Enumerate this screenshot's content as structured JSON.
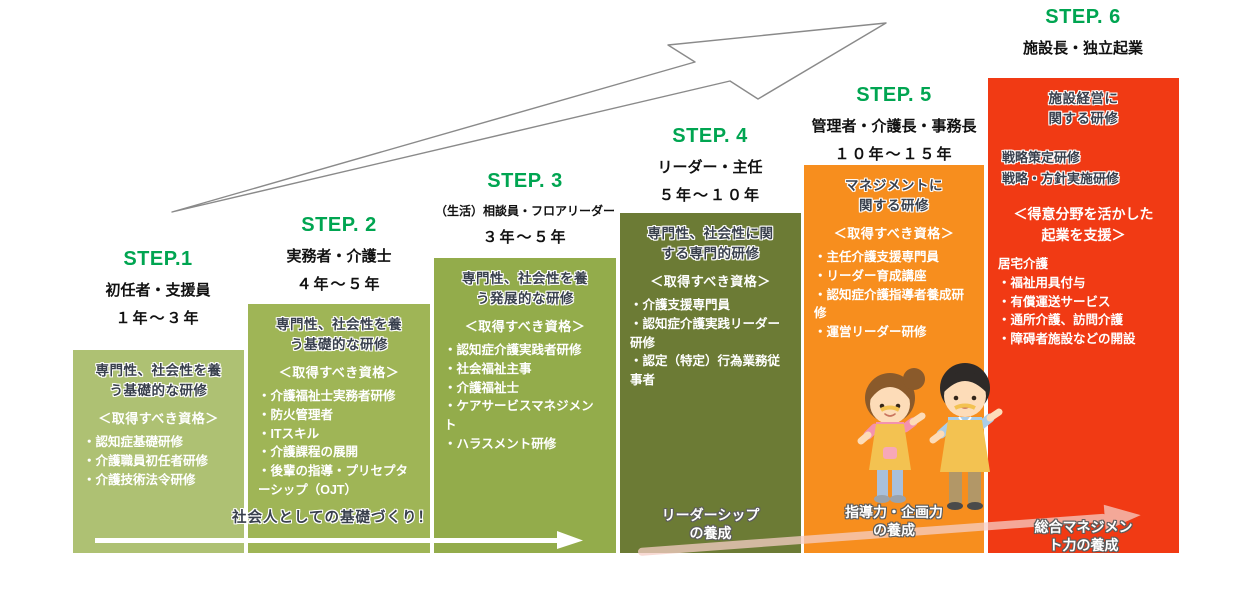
{
  "title": "介護キャリアパス 6ステップ図",
  "palette": {
    "accent_green": "#00a551",
    "step1_color": "#aec173",
    "step2_color": "#9fb556",
    "step3_color": "#93ac4b",
    "step4_color": "#6c7b35",
    "step5_color": "#f78e1e",
    "step6_color": "#f13a14",
    "baseline_arrow_color": "#ffffff",
    "management_arrow_color": "#f6cdc5",
    "sketch_arrow_stroke": "#8a8a8a"
  },
  "columns": [
    {
      "step": "STEP.1",
      "role": "初任者・支援員",
      "years": "１年～３年",
      "title": [
        "専門性、社会性を養",
        "う基礎的な研修"
      ],
      "qual": "＜取得すべき資格＞",
      "items": [
        "・認知症基礎研修",
        "・介護職員初任者研修",
        "・介護技術法令研修"
      ]
    },
    {
      "step": "STEP. 2",
      "role": "実務者・介護士",
      "years": "４年～５年",
      "title": [
        "専門性、社会性を養",
        "う基礎的な研修"
      ],
      "qual": "＜取得すべき資格＞",
      "items": [
        "・介護福祉士実務者研修",
        "・防火管理者",
        "・ITスキル",
        "・介護課程の展開",
        "・後輩の指導・プリセプターシップ（OJT）"
      ]
    },
    {
      "step": "STEP. 3",
      "role": "（生活）相談員・フロアリーダー",
      "years": "３年～５年",
      "title": [
        "専門性、社会性を養",
        "う発展的な研修"
      ],
      "qual": "＜取得すべき資格＞",
      "items": [
        "・認知症介護実践者研修",
        "・社会福祉主事",
        "・介護福祉士",
        "・ケアサービスマネジメント",
        "・ハラスメント研修"
      ]
    },
    {
      "step": "STEP. 4",
      "role": "リーダー・主任",
      "years": "５年～１０年",
      "title": [
        "専門性、社会性に関",
        "する専門的研修"
      ],
      "qual": "＜取得すべき資格＞",
      "items": [
        "・介護支援専門員",
        "・認知症介護実践リーダー研修",
        "・認定（特定）行為業務従事者"
      ],
      "footer": [
        "リーダーシップ",
        "の養成"
      ]
    },
    {
      "step": "STEP. 5",
      "role": "管理者・介護長・事務長",
      "years": "１０年～１５年",
      "title": [
        "マネジメントに",
        "関する研修"
      ],
      "qual": "＜取得すべき資格＞",
      "items": [
        "・主任介護支援専門員",
        "・リーダー育成講座",
        "・認知症介護指導者養成研修",
        "・運営リーダー研修"
      ],
      "footer": [
        "指導力・企画力",
        "の養成"
      ]
    },
    {
      "step": "STEP. 6",
      "role": "施設長・独立起業",
      "title": [
        "施設経営に",
        "関する研修"
      ],
      "strategy": [
        "戦略策定研修",
        "戦略・方針実施研修"
      ],
      "support": [
        "＜得意分野を活かした",
        "起業を支援＞"
      ],
      "items": [
        "居宅介護",
        "・福祉用具付与",
        "・有償運送サービス",
        "・通所介護、訪問介護",
        "・障碍者施設などの開設"
      ],
      "footer": [
        "総合マネジメン",
        "ト力の養成"
      ]
    }
  ],
  "bottom": {
    "basics_label": "社会人としての基礎づくり！"
  },
  "illustration": {
    "description": "two-caregivers-in-yellow-aprons"
  }
}
